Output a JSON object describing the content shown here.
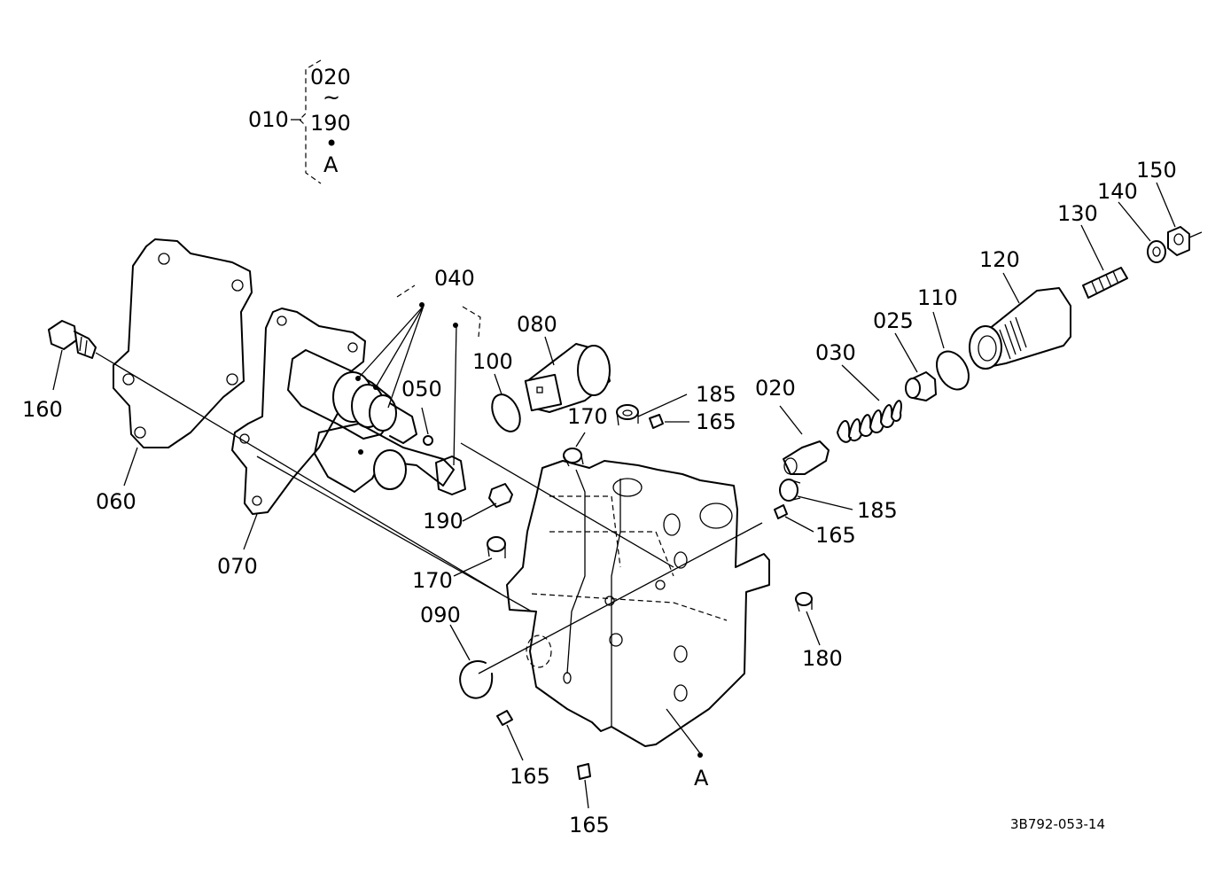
{
  "diagram_code": "3B792-053-14",
  "assembly_bracket": {
    "parent": "010",
    "top": "020",
    "tilde": "~",
    "bottom": "190",
    "dot": "•",
    "letter": "A"
  },
  "labels": {
    "p160": "160",
    "p060": "060",
    "p070": "070",
    "p040": "040",
    "p050": "050",
    "p080": "080",
    "p100": "100",
    "p190": "190",
    "p170a": "170",
    "p170b": "170",
    "p090": "090",
    "p185a": "185",
    "p165a": "165",
    "p020": "020",
    "p185b": "185",
    "p165b": "165",
    "p180": "180",
    "p165c": "165",
    "p165d": "165",
    "p030": "030",
    "p025": "025",
    "p110": "110",
    "p120": "120",
    "p130": "130",
    "p140": "140",
    "p150": "150",
    "pA": "A"
  }
}
